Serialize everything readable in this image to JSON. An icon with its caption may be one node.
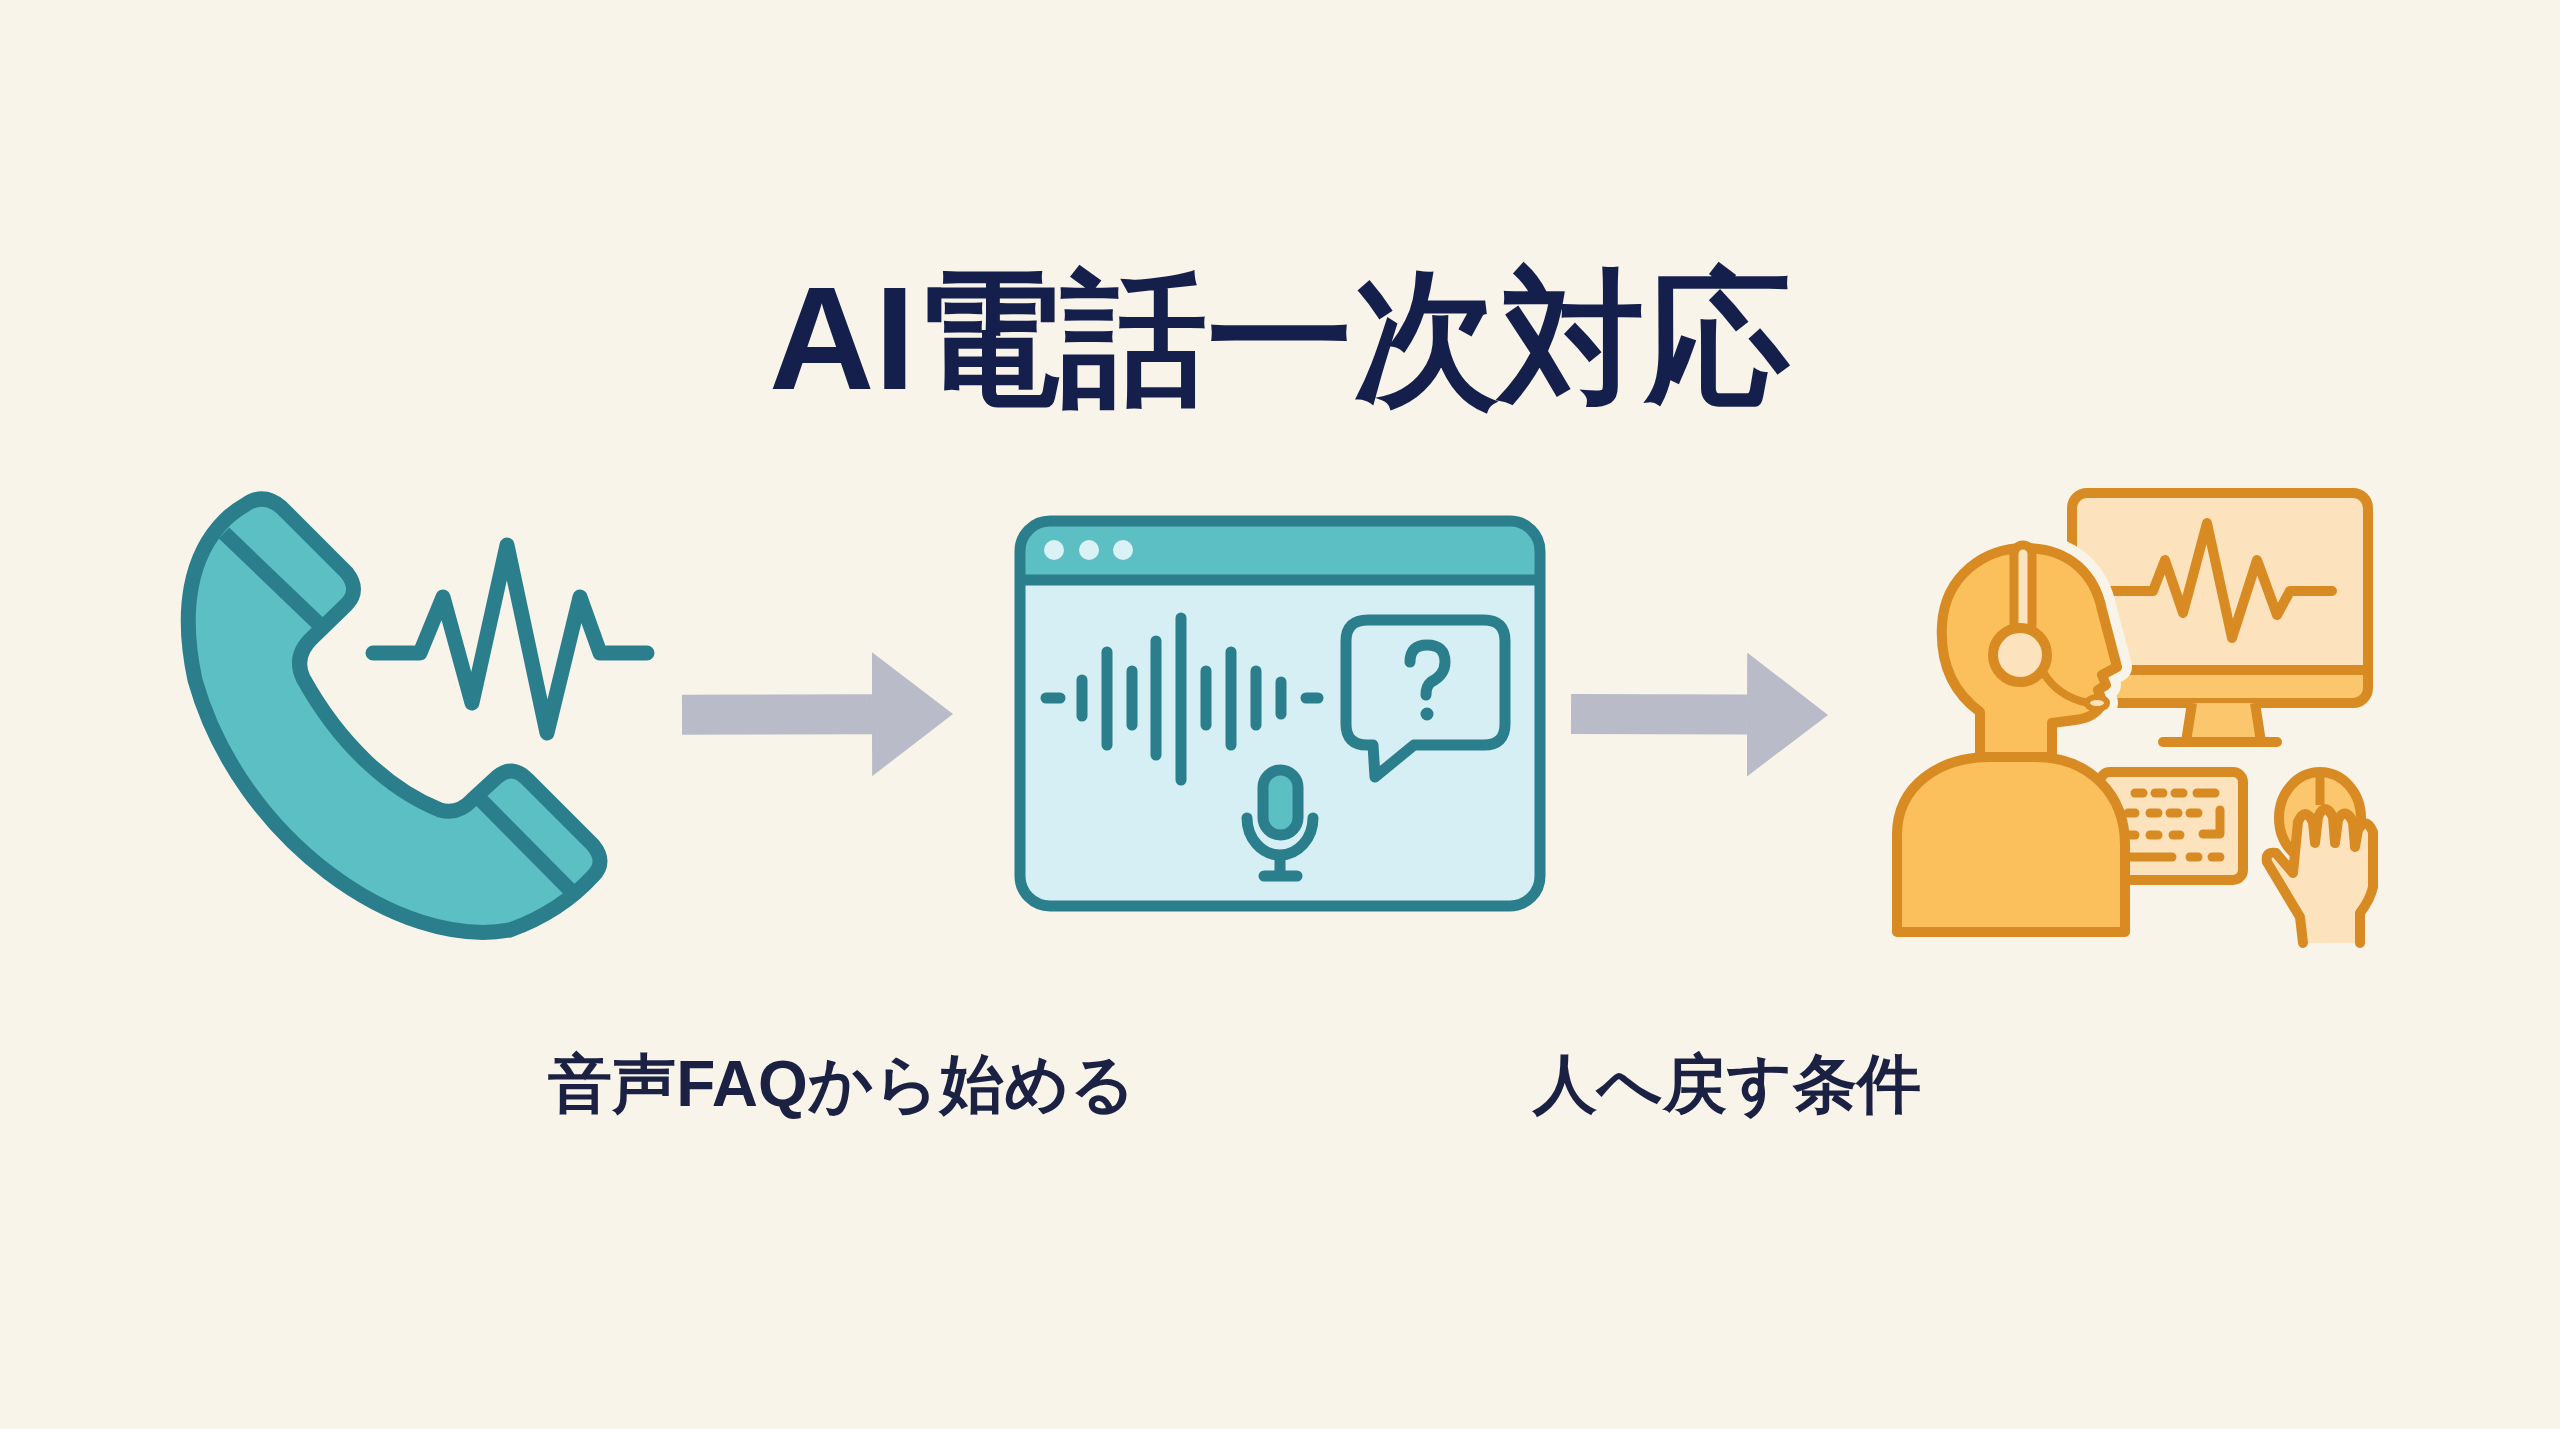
{
  "diagram": {
    "title": "AI電話一次対応",
    "nodes": [
      {
        "text": [],
        "shape": "picture"
      },
      {
        "text": [],
        "shape": "picture"
      },
      {
        "text": [],
        "shape": "picture"
      }
    ],
    "edges": [
      {
        "from": 0,
        "to": 1,
        "arrow": "to"
      },
      {
        "from": 1,
        "to": 2,
        "arrow": "to"
      }
    ],
    "labels": [
      "音声FAQから始める",
      "人へ戻す条件"
    ]
  }
}
